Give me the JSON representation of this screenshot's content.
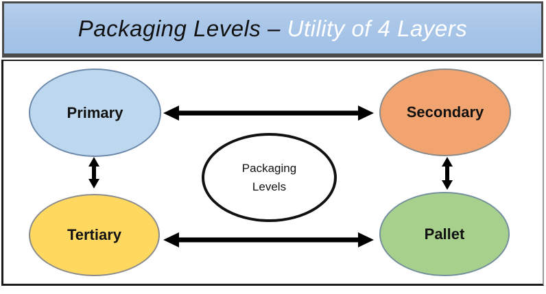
{
  "title": {
    "text_black": "Packaging Levels – ",
    "text_white": "Utility of 4 Layers",
    "full_text": "Packaging Levels – Utility of 4 Layers"
  },
  "nodes": {
    "primary": {
      "label": "Primary",
      "fill": "#bdd7ee"
    },
    "secondary": {
      "label": "Secondary",
      "fill": "#f1a46f"
    },
    "tertiary": {
      "label": "Tertiary",
      "fill": "#fed85f"
    },
    "pallet": {
      "label": "Pallet",
      "fill": "#a8d08d"
    },
    "center": {
      "label": "Packaging\nLevels",
      "fill": "#ffffff"
    }
  },
  "connections": [
    {
      "from": "Primary",
      "to": "Secondary",
      "type": "double-headed-arrow"
    },
    {
      "from": "Primary",
      "to": "Tertiary",
      "type": "double-headed-arrow"
    },
    {
      "from": "Secondary",
      "to": "Pallet",
      "type": "double-headed-arrow"
    },
    {
      "from": "Tertiary",
      "to": "Pallet",
      "type": "double-headed-arrow"
    }
  ],
  "colors": {
    "header_background": "#a9c6e8",
    "header_border": "#4a4a4a",
    "frame_border": "#1a1a1a",
    "arrow": "#000000",
    "title_black": "#111111",
    "title_white": "#ffffff"
  }
}
